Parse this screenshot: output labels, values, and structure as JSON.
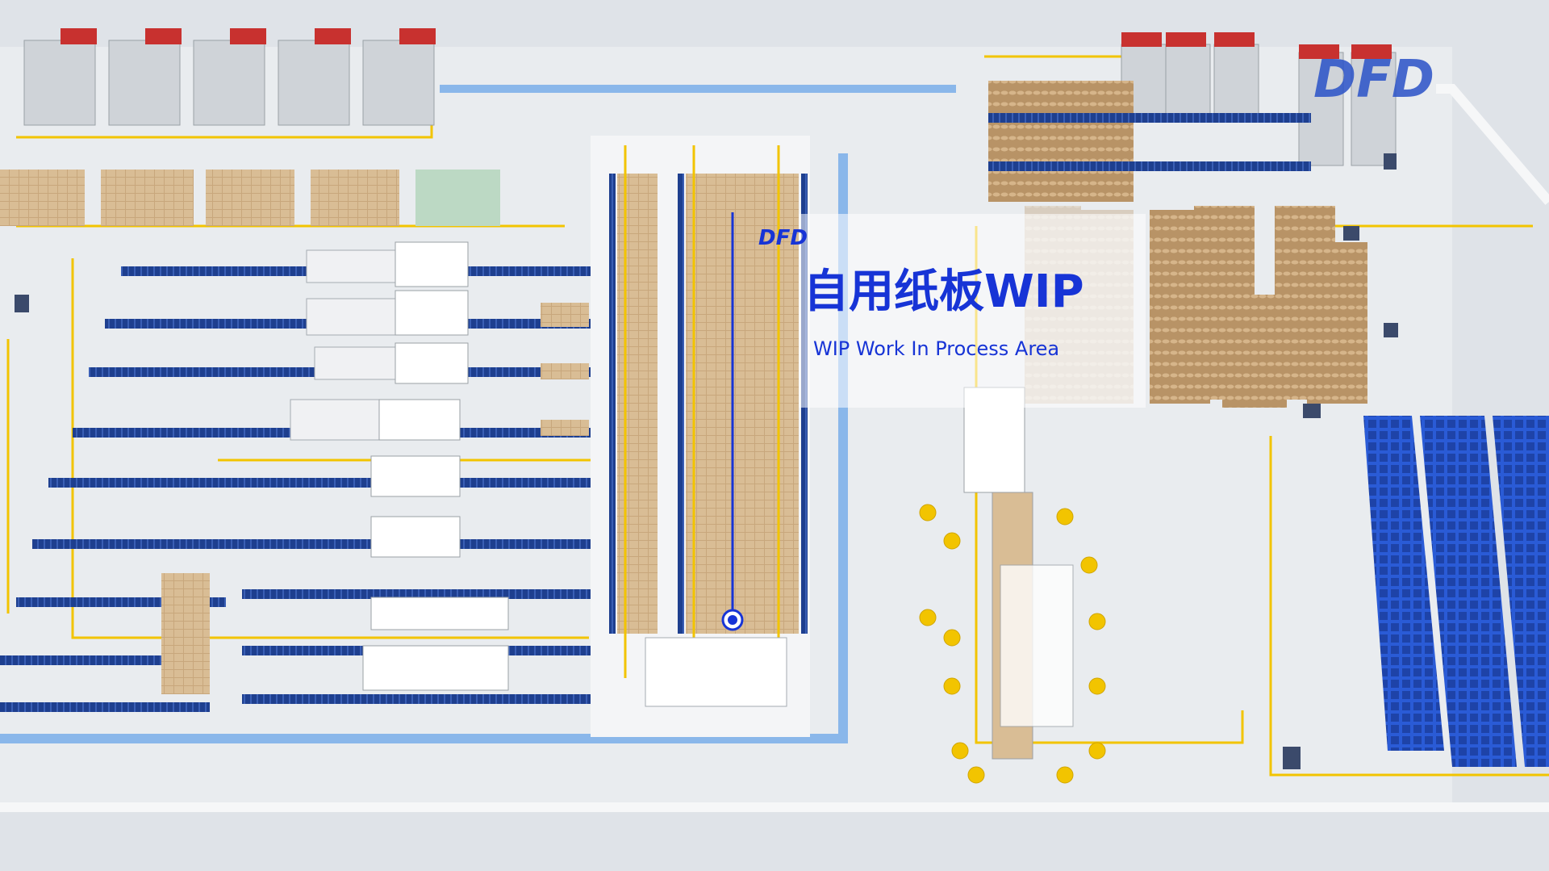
{
  "brand": {
    "logo_text": "DFD"
  },
  "callout": {
    "logo_text": "DFD",
    "title": "自用纸板WIP",
    "subtitle": "WIP Work In Process Area"
  },
  "colors": {
    "floor": "#dfe3e8",
    "zone": "#f4f5f7",
    "yellow_line": "#f2c400",
    "conveyor": "#1e3f8f",
    "rack": "#1e4fc8",
    "box": "#c8a77c",
    "roll": "#b89366",
    "truck_cab": "#c8312f",
    "aisle": "#7fb2ea",
    "accent": "#1734d6"
  },
  "icons": {
    "pointer": "location-pin-icon",
    "logo": "dfd-logo-icon"
  }
}
